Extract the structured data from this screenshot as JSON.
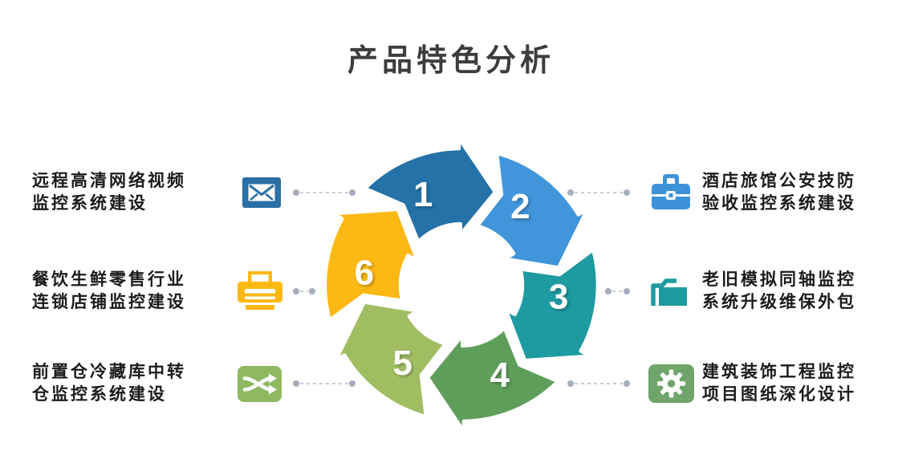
{
  "title": "产品特色分析",
  "diagram": {
    "type": "cycle",
    "segments": [
      {
        "number": "1",
        "color": "#2472a8"
      },
      {
        "number": "2",
        "color": "#4195da"
      },
      {
        "number": "3",
        "color": "#1e9aa1"
      },
      {
        "number": "4",
        "color": "#5f9e5a"
      },
      {
        "number": "5",
        "color": "#a1bd62"
      },
      {
        "number": "6",
        "color": "#fcb813"
      }
    ]
  },
  "items": [
    {
      "side": "left",
      "icon": "envelope-icon",
      "icon_color": "#2a70a6",
      "lines": [
        "远程高清网络视频",
        "监控系统建设"
      ]
    },
    {
      "side": "left",
      "icon": "printer-icon",
      "icon_color": "#fcb813",
      "lines": [
        "餐饮生鲜零售行业",
        "连锁店铺监控建设"
      ]
    },
    {
      "side": "left",
      "icon": "shuffle-icon",
      "icon_color": "#8fb863",
      "lines": [
        "前置仓冷藏库中转",
        "仓监控系统建设"
      ]
    },
    {
      "side": "right",
      "icon": "briefcase-icon",
      "icon_color": "#3e93d8",
      "lines": [
        "酒店旅馆公安技防",
        "验收监控系统建设"
      ]
    },
    {
      "side": "right",
      "icon": "folder-icon",
      "icon_color": "#1e9aa1",
      "lines": [
        "老旧模拟同轴监控",
        "系统升级维保外包"
      ]
    },
    {
      "side": "right",
      "icon": "gear-icon",
      "icon_color": "#6fa46a",
      "lines": [
        "建筑装饰工程监控",
        "项目图纸深化设计"
      ]
    }
  ],
  "connector": {
    "line_color": "#c9cdd9",
    "dot_color": "#a6adbd"
  }
}
